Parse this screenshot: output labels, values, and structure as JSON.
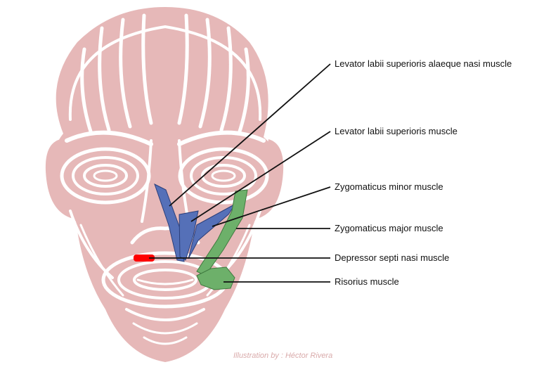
{
  "labels": {
    "levator_alaeque": "Levator labii superioris alaeque nasi muscle",
    "levator_superioris": "Levator labii superioris muscle",
    "zygomaticus_minor": "Zygomaticus minor muscle",
    "zygomaticus_major": "Zygomaticus major muscle",
    "depressor_septi": "Depressor septi nasi muscle",
    "risorius": "Risorius muscle"
  },
  "credit": "Illustration by : Héctor Rivera",
  "colors": {
    "face": "#e6b8b8",
    "face_lines": "#ffffff",
    "levator_group": "#5570b8",
    "zygomaticus_major": "#6db06a",
    "depressor_septi": "#ff0000",
    "leader_lines": "#111111"
  }
}
